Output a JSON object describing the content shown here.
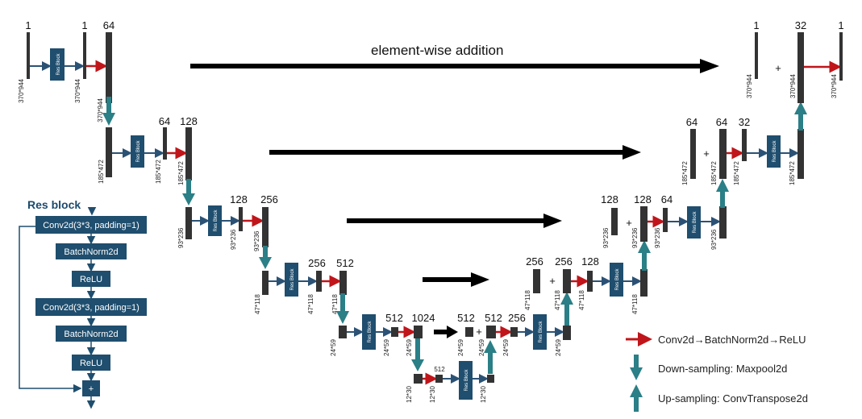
{
  "title": "element-wise addition",
  "colors": {
    "bar": "#333333",
    "block": "#1f4e6e",
    "arrow_blue": "#2b5275",
    "arrow_red": "#c0151a",
    "arrow_teal": "#2b7f86"
  },
  "res_block": {
    "title": "Res block",
    "layers": [
      "Conv2d(3*3, padding=1)",
      "BatchNorm2d",
      "ReLU",
      "Conv2d(3*3, padding=1)",
      "BatchNorm2d",
      "ReLU"
    ],
    "add": "+"
  },
  "block_label": "Res Block",
  "plus": "+",
  "channels": {
    "l1_in": "1",
    "l1_a": "1",
    "l1_b": "64",
    "l2_a": "64",
    "l2_b": "128",
    "l3_a": "128",
    "l3_b": "256",
    "l4_a": "256",
    "l4_b": "512",
    "l5_a": "512",
    "l5_b": "1024",
    "bottom": "512",
    "d5_a": "512",
    "d5_b": "512",
    "d5_c": "256",
    "d4_a": "256",
    "d4_b": "256",
    "d4_c": "128",
    "d3_a": "128",
    "d3_b": "128",
    "d3_c": "64",
    "d2_a": "64",
    "d2_b": "64",
    "d2_c": "32",
    "d1_a": "1",
    "d1_b": "32",
    "d1_c": "1"
  },
  "dims": {
    "s1": "370*944",
    "s2": "185*472",
    "s3": "93*236",
    "s4": "47*118",
    "s5": "24*59",
    "s6": "12*30"
  },
  "legend": [
    {
      "icon": "red-arrow",
      "text": "Conv2d→BatchNorm2d→ReLU"
    },
    {
      "icon": "down-arrow",
      "text": "Down-sampling: Maxpool2d"
    },
    {
      "icon": "up-arrow",
      "text": "Up-sampling: ConvTranspose2d"
    }
  ]
}
